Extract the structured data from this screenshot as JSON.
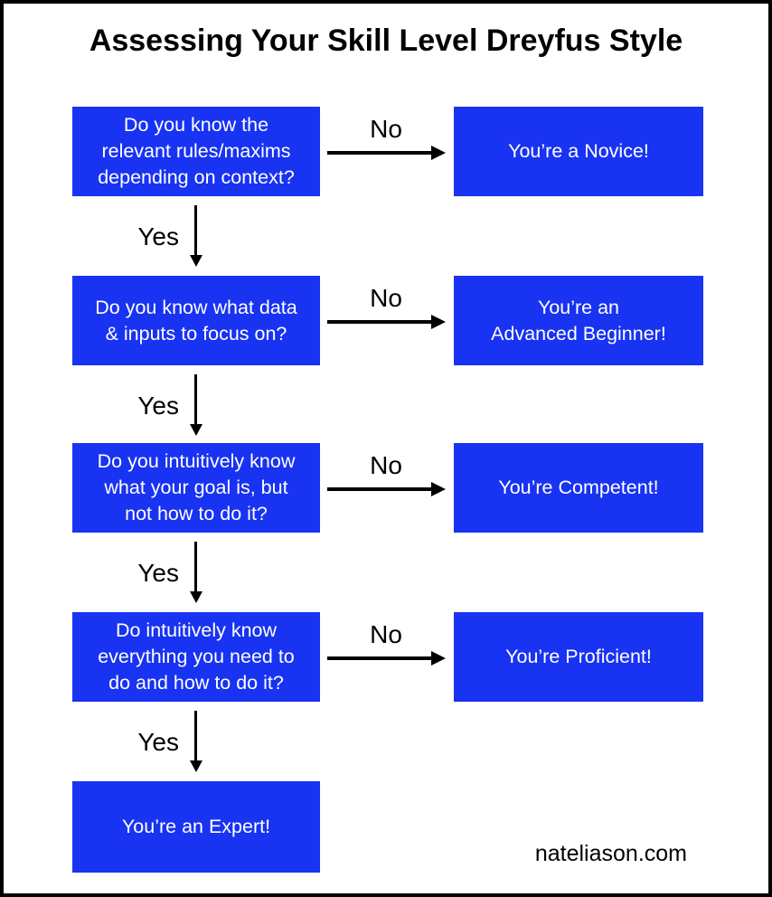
{
  "title": "Assessing Your Skill Level Dreyfus Style",
  "watermark": "nateliason.com",
  "colors": {
    "box_fill": "#1833F2",
    "box_text": "#ffffff",
    "line": "#000000",
    "background": "#ffffff"
  },
  "flowchart": {
    "rows": [
      {
        "question_lines": [
          "Do you know the",
          "relevant rules/maxims",
          "depending on context?"
        ],
        "no_label": "No",
        "result_lines": [
          "You’re a Novice!"
        ],
        "yes_label": "Yes"
      },
      {
        "question_lines": [
          "Do you know what data",
          "& inputs to focus on?"
        ],
        "no_label": "No",
        "result_lines": [
          "You’re an",
          "Advanced Beginner!"
        ],
        "yes_label": "Yes"
      },
      {
        "question_lines": [
          "Do you intuitively know",
          "what your goal is, but",
          "not how to do it?"
        ],
        "no_label": "No",
        "result_lines": [
          "You’re Competent!"
        ],
        "yes_label": "Yes"
      },
      {
        "question_lines": [
          "Do intuitively know",
          "everything you need to",
          "do and how to do it?"
        ],
        "no_label": "No",
        "result_lines": [
          "You’re Proficient!"
        ],
        "yes_label": "Yes"
      }
    ],
    "final_result_lines": [
      "You’re an Expert!"
    ]
  }
}
